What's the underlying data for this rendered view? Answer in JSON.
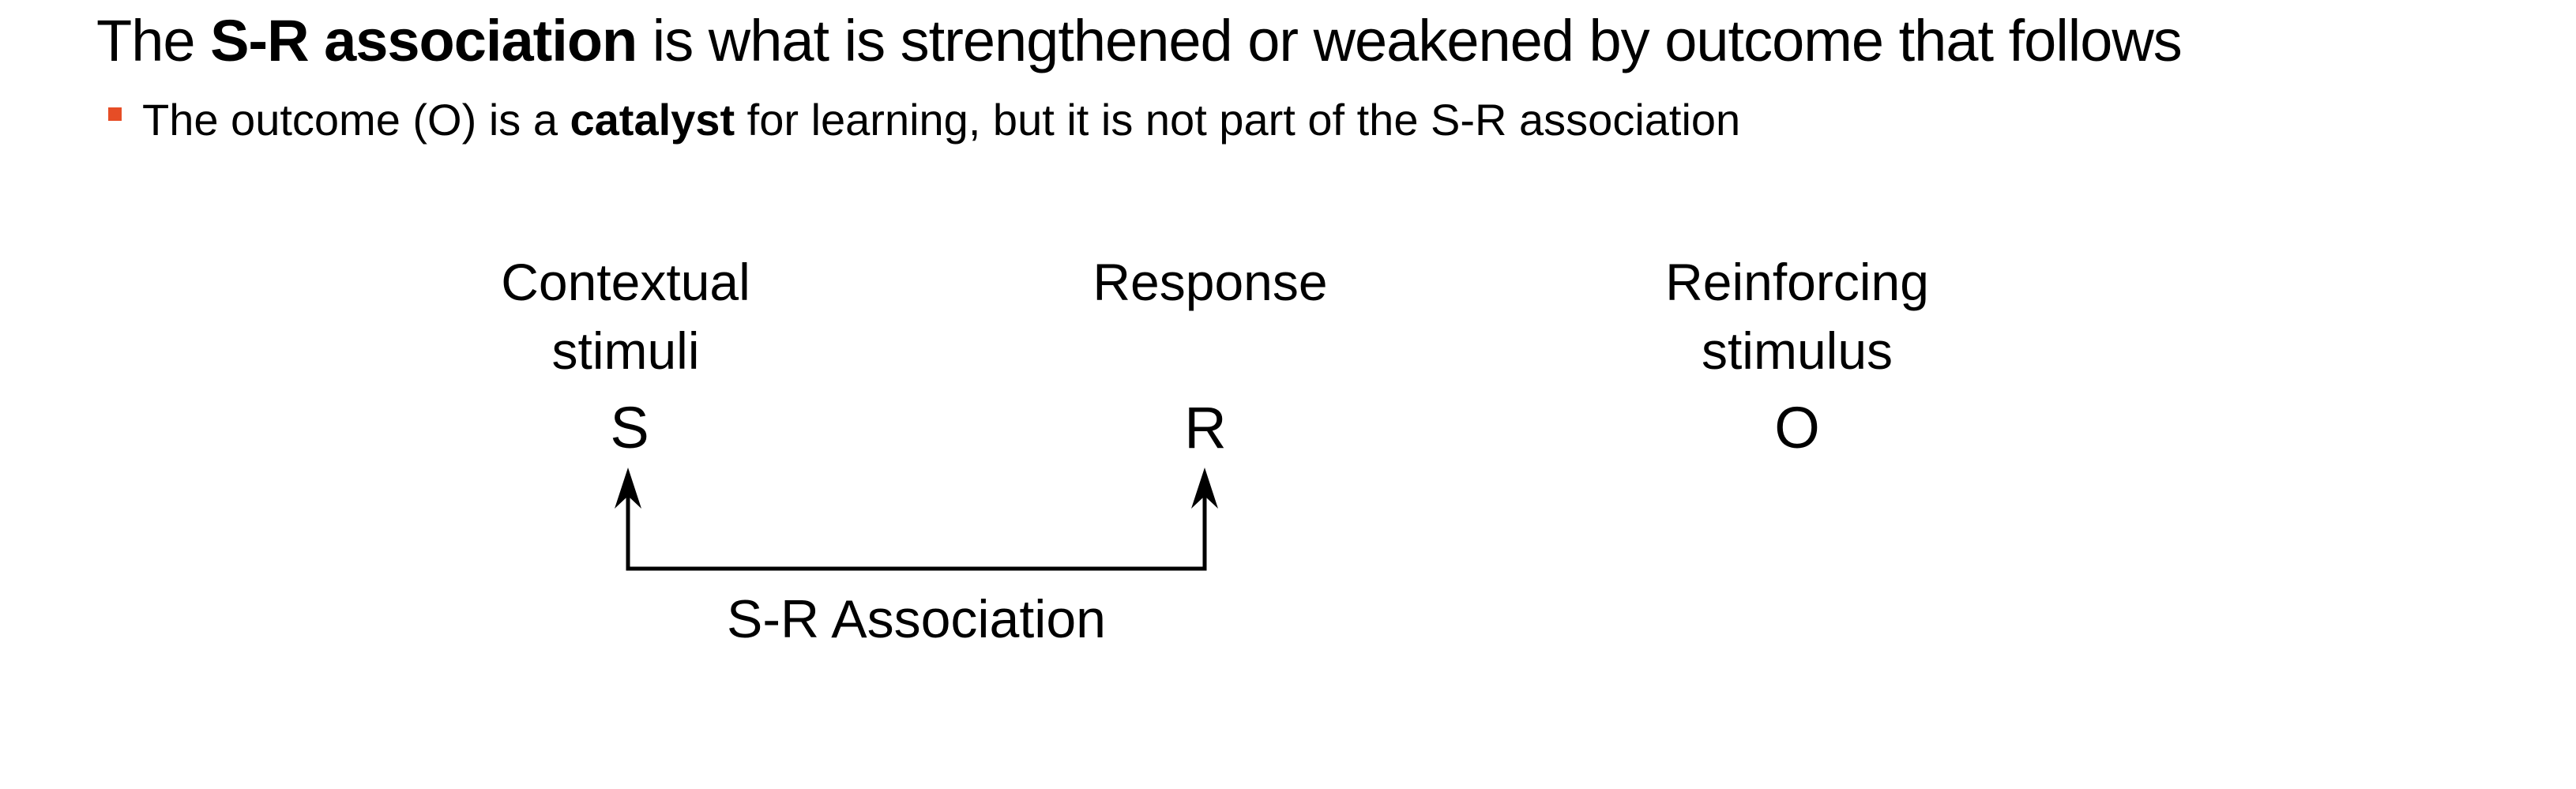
{
  "title": {
    "text_before": "The ",
    "text_bold": "S-R association",
    "text_after": " is what is strengthened or weakened by outcome that follows"
  },
  "bullet": {
    "marker_color": "#E64D26",
    "text_before": "The outcome (O) is a ",
    "text_bold": "catalyst",
    "text_after": " for learning, but it is not part of the S-R association"
  },
  "diagram": {
    "columns": [
      {
        "heading_line1": "Contextual",
        "heading_line2": "stimuli",
        "letter": "S"
      },
      {
        "heading_line1": "Response",
        "heading_line2": "",
        "letter": "R"
      },
      {
        "heading_line1": "Reinforcing",
        "heading_line2": "stimulus",
        "letter": "O"
      }
    ],
    "association_label": "S-R Association",
    "line_color": "#000000"
  }
}
